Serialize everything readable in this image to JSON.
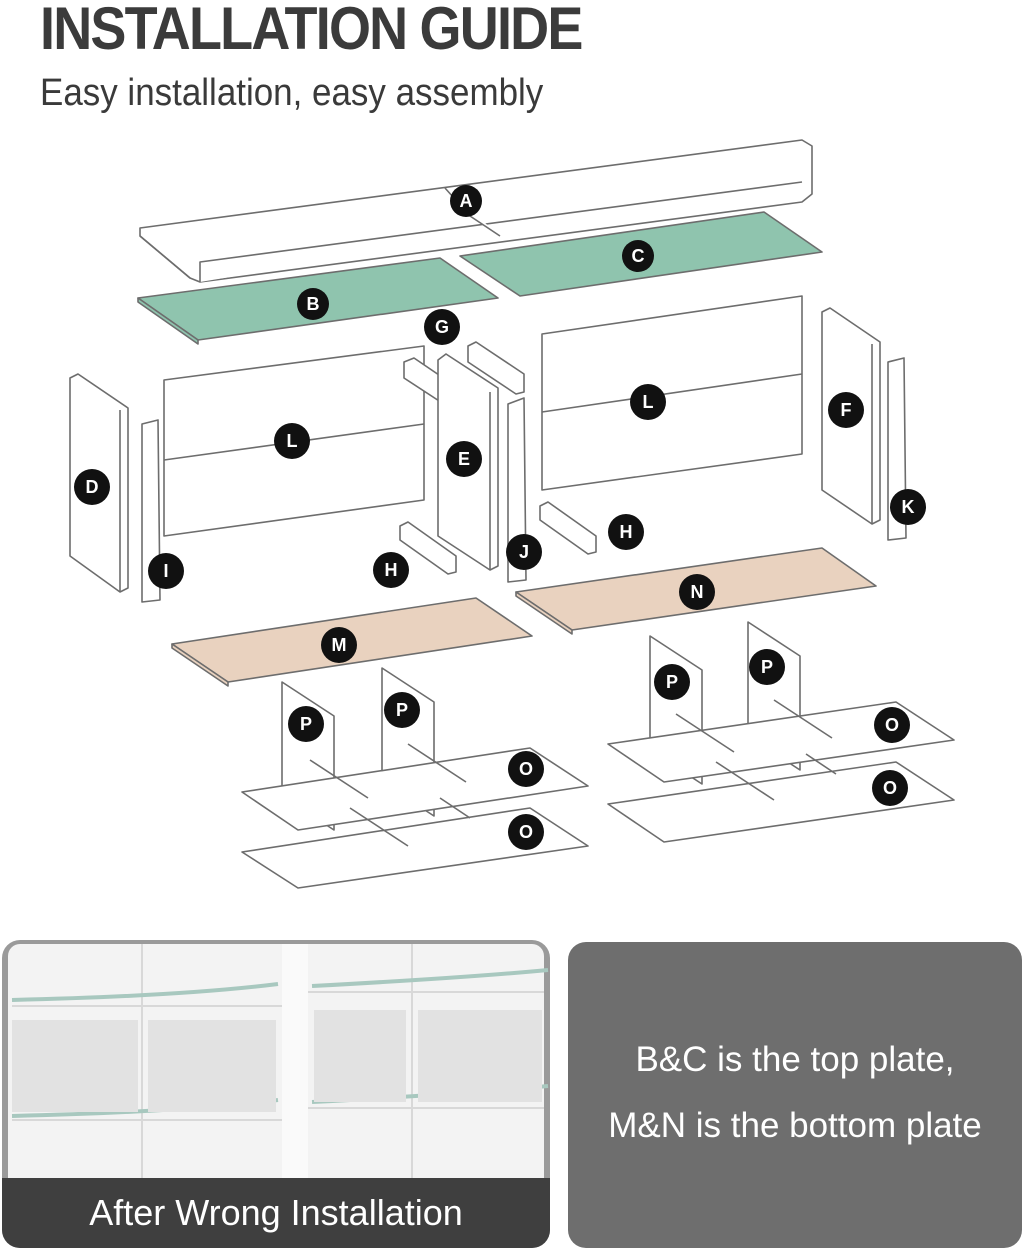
{
  "header": {
    "title": "INSTALLATION GUIDE",
    "subtitle": "Easy installation, easy assembly"
  },
  "parts": {
    "A": "A",
    "B": "B",
    "C": "C",
    "D": "D",
    "E": "E",
    "F": "F",
    "G": "G",
    "H": "H",
    "I": "I",
    "J": "J",
    "K": "K",
    "L": "L",
    "M": "M",
    "N": "N",
    "O": "O",
    "P": "P"
  },
  "colors": {
    "top_plate": "#8fc4ae",
    "bottom_plate": "#e9d2bf",
    "panel": "#ffffff",
    "outline": "#6d6d6d",
    "label_badge": "#111111"
  },
  "wrong_install": {
    "caption": "After Wrong Installation"
  },
  "note": {
    "line1": "B&C is the top plate,",
    "line2": "M&N is the bottom plate"
  }
}
